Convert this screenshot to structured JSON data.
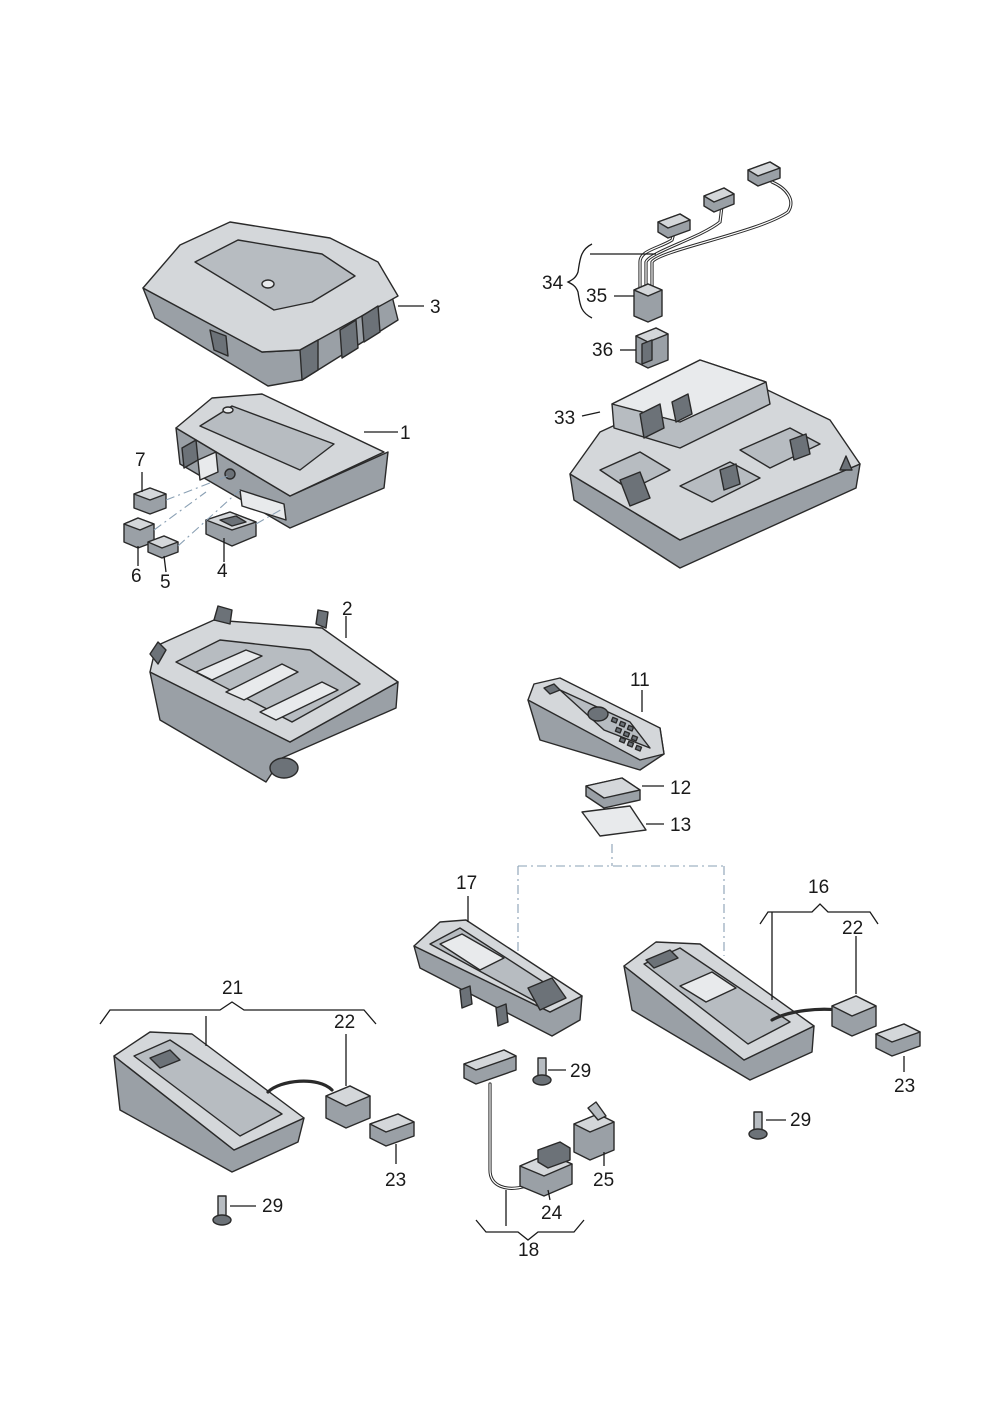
{
  "diagram": {
    "callouts": [
      {
        "id": "c3",
        "text": "3"
      },
      {
        "id": "c1",
        "text": "1"
      },
      {
        "id": "c7",
        "text": "7"
      },
      {
        "id": "c6",
        "text": "6"
      },
      {
        "id": "c5",
        "text": "5"
      },
      {
        "id": "c4",
        "text": "4"
      },
      {
        "id": "c2",
        "text": "2"
      },
      {
        "id": "c34",
        "text": "34"
      },
      {
        "id": "c35",
        "text": "35"
      },
      {
        "id": "c36",
        "text": "36"
      },
      {
        "id": "c33",
        "text": "33"
      },
      {
        "id": "c11",
        "text": "11"
      },
      {
        "id": "c12",
        "text": "12"
      },
      {
        "id": "c13",
        "text": "13"
      },
      {
        "id": "c17",
        "text": "17"
      },
      {
        "id": "c16",
        "text": "16"
      },
      {
        "id": "c22r",
        "text": "22"
      },
      {
        "id": "c23r",
        "text": "23"
      },
      {
        "id": "c29r",
        "text": "29"
      },
      {
        "id": "c21",
        "text": "21"
      },
      {
        "id": "c22l",
        "text": "22"
      },
      {
        "id": "c23l",
        "text": "23"
      },
      {
        "id": "c29l",
        "text": "29"
      },
      {
        "id": "c29m",
        "text": "29"
      },
      {
        "id": "c24",
        "text": "24"
      },
      {
        "id": "c25",
        "text": "25"
      },
      {
        "id": "c18",
        "text": "18"
      }
    ]
  }
}
